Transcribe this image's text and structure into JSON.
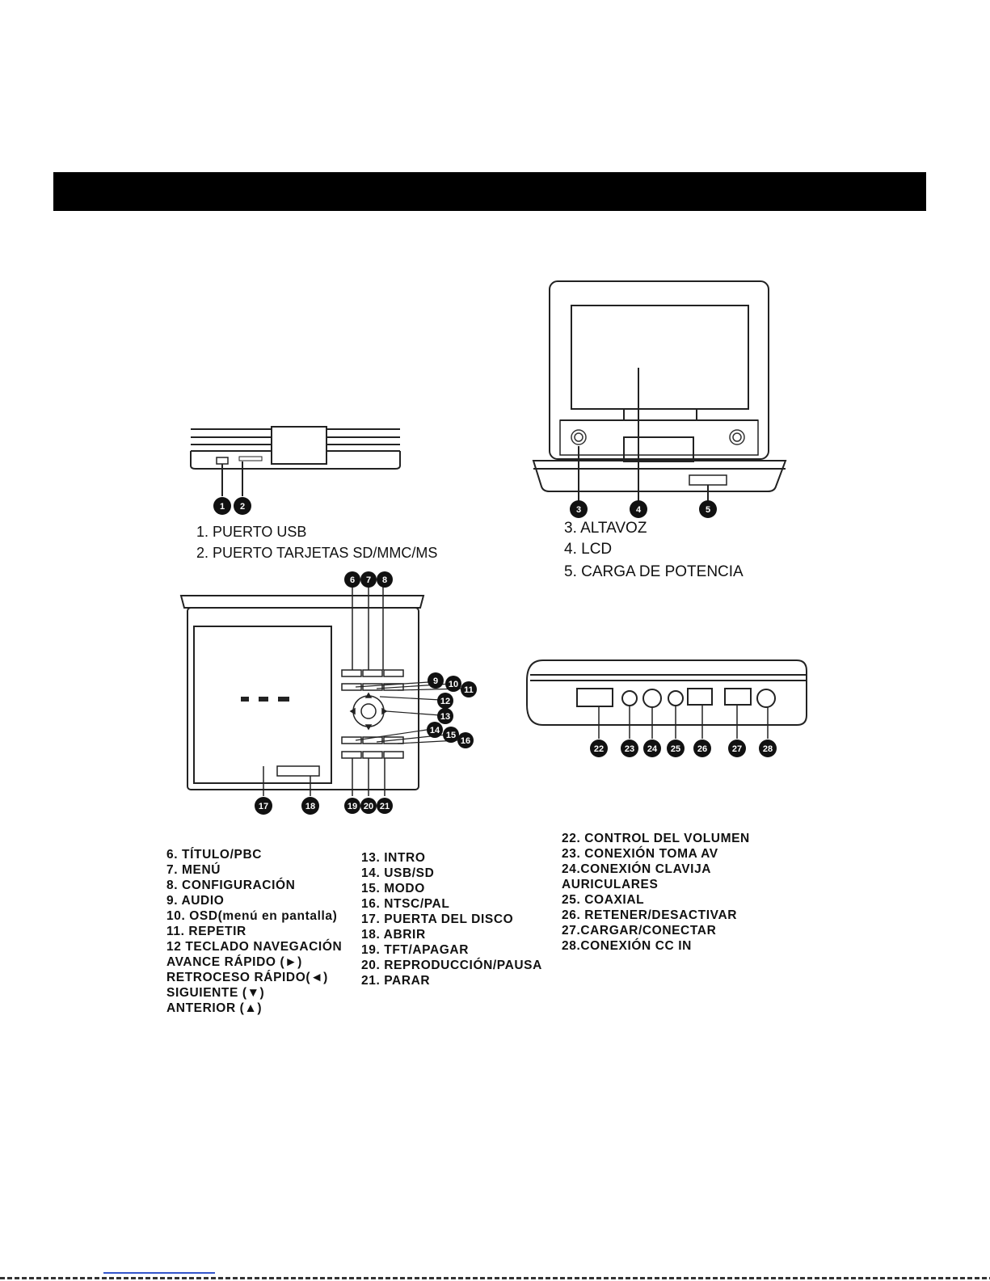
{
  "header": {
    "title": ""
  },
  "top_left": {
    "badges": [
      "1",
      "2"
    ],
    "captions": [
      "1. PUERTO USB",
      "2. PUERTO TARJETAS SD/MMC/MS"
    ]
  },
  "top_right": {
    "badges": [
      "3",
      "4",
      "5"
    ],
    "captions": [
      "3. ALTAVOZ",
      "4. LCD",
      "5. CARGA DE POTENCIA"
    ]
  },
  "front_panel": {
    "badges": [
      "6",
      "7",
      "8",
      "9",
      "10",
      "11",
      "12",
      "13",
      "14",
      "15",
      "16",
      "17",
      "18",
      "19",
      "20",
      "21"
    ]
  },
  "side_panel": {
    "badges": [
      "22",
      "23",
      "24",
      "25",
      "26",
      "27",
      "28"
    ]
  },
  "legend": {
    "col1": [
      "6. TÍTULO/PBC",
      "7. MENÚ",
      "8. CONFIGURACIÓN",
      "9. AUDIO",
      "10. OSD(menú en pantalla)",
      "11. REPETIR",
      "12 TECLADO NAVEGACIÓN",
      "AVANCE RÁPIDO (►)",
      "RETROCESO RÁPIDO(◄)",
      "SIGUIENTE (▼)",
      "ANTERIOR (▲)"
    ],
    "col2": [
      "13. INTRO",
      "14. USB/SD",
      "15. MODO",
      "16. NTSC/PAL",
      "17. PUERTA DEL DISCO",
      "18. ABRIR",
      "19. TFT/APAGAR",
      "20. REPRODUCCIÓN/PAUSA",
      "21. PARAR"
    ],
    "col3": [
      "22. CONTROL DEL VOLUMEN",
      "23. CONEXIÓN TOMA AV",
      "24.CONEXIÓN CLAVIJA",
      "AURICULARES",
      "25. COAXIAL",
      "26. RETENER/DESACTIVAR",
      "27.CARGAR/CONECTAR",
      "28.CONEXIÓN CC IN"
    ]
  },
  "colors": {
    "bar": "#000000",
    "line": "#222222",
    "badge": "#111111"
  },
  "icons": [
    "speaker-grille-icon",
    "disc-logo-icon",
    "nav-pad-icon"
  ]
}
